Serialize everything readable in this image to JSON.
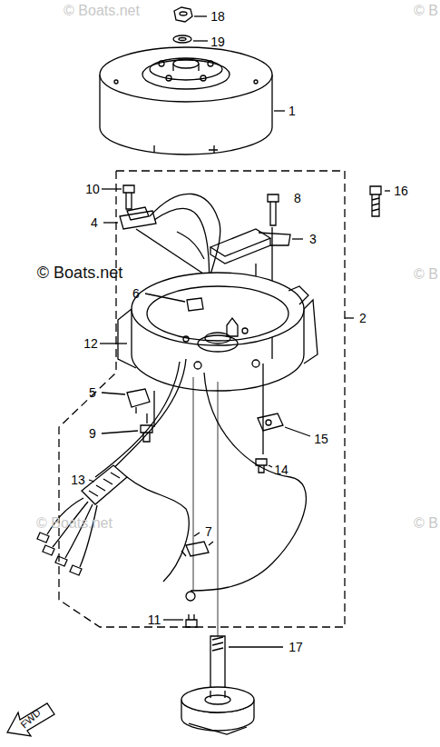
{
  "diagram": {
    "labels": [
      "18",
      "19",
      "1",
      "16",
      "10",
      "8",
      "4",
      "3",
      "6",
      "12",
      "2",
      "5",
      "9",
      "15",
      "14",
      "13",
      "7",
      "11",
      "17",
      "FWD",
      "© Boats.net",
      "© Boats.net",
      "© Boats.net",
      "© B",
      "© B",
      "© B"
    ]
  }
}
